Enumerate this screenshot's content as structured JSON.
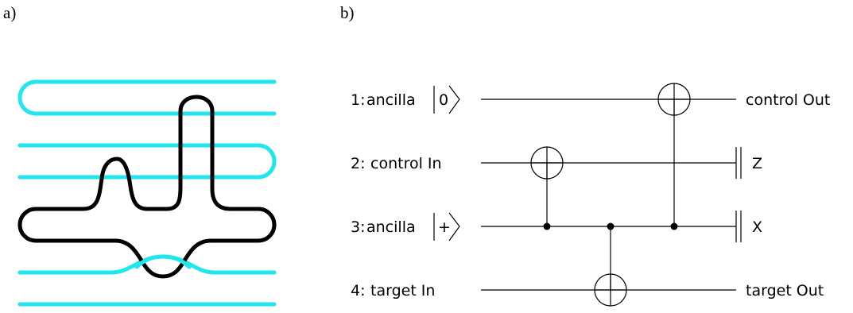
{
  "panels": {
    "a": {
      "label": "a)",
      "colors": {
        "loop": "#000000",
        "strands": "#22e6ee"
      }
    },
    "b": {
      "label": "b)",
      "qubits": [
        {
          "index": "1:",
          "name": "ancilla",
          "ket": "0",
          "output": "control Out"
        },
        {
          "index": "2:",
          "name": "control In",
          "ket": "",
          "output": "Z"
        },
        {
          "index": "3:",
          "name": "ancilla",
          "ket": "+",
          "output": "X"
        },
        {
          "index": "4:",
          "name": "target In",
          "ket": "",
          "output": "target Out"
        }
      ],
      "gates": [
        {
          "type": "cnot",
          "control_qubit": 3,
          "target_qubit": 2
        },
        {
          "type": "cnot",
          "control_qubit": 3,
          "target_qubit": 4
        },
        {
          "type": "cnot",
          "control_qubit": 3,
          "target_qubit": 1
        }
      ],
      "measurements": [
        {
          "qubit": 2,
          "basis": "Z"
        },
        {
          "qubit": 3,
          "basis": "X"
        }
      ]
    }
  }
}
